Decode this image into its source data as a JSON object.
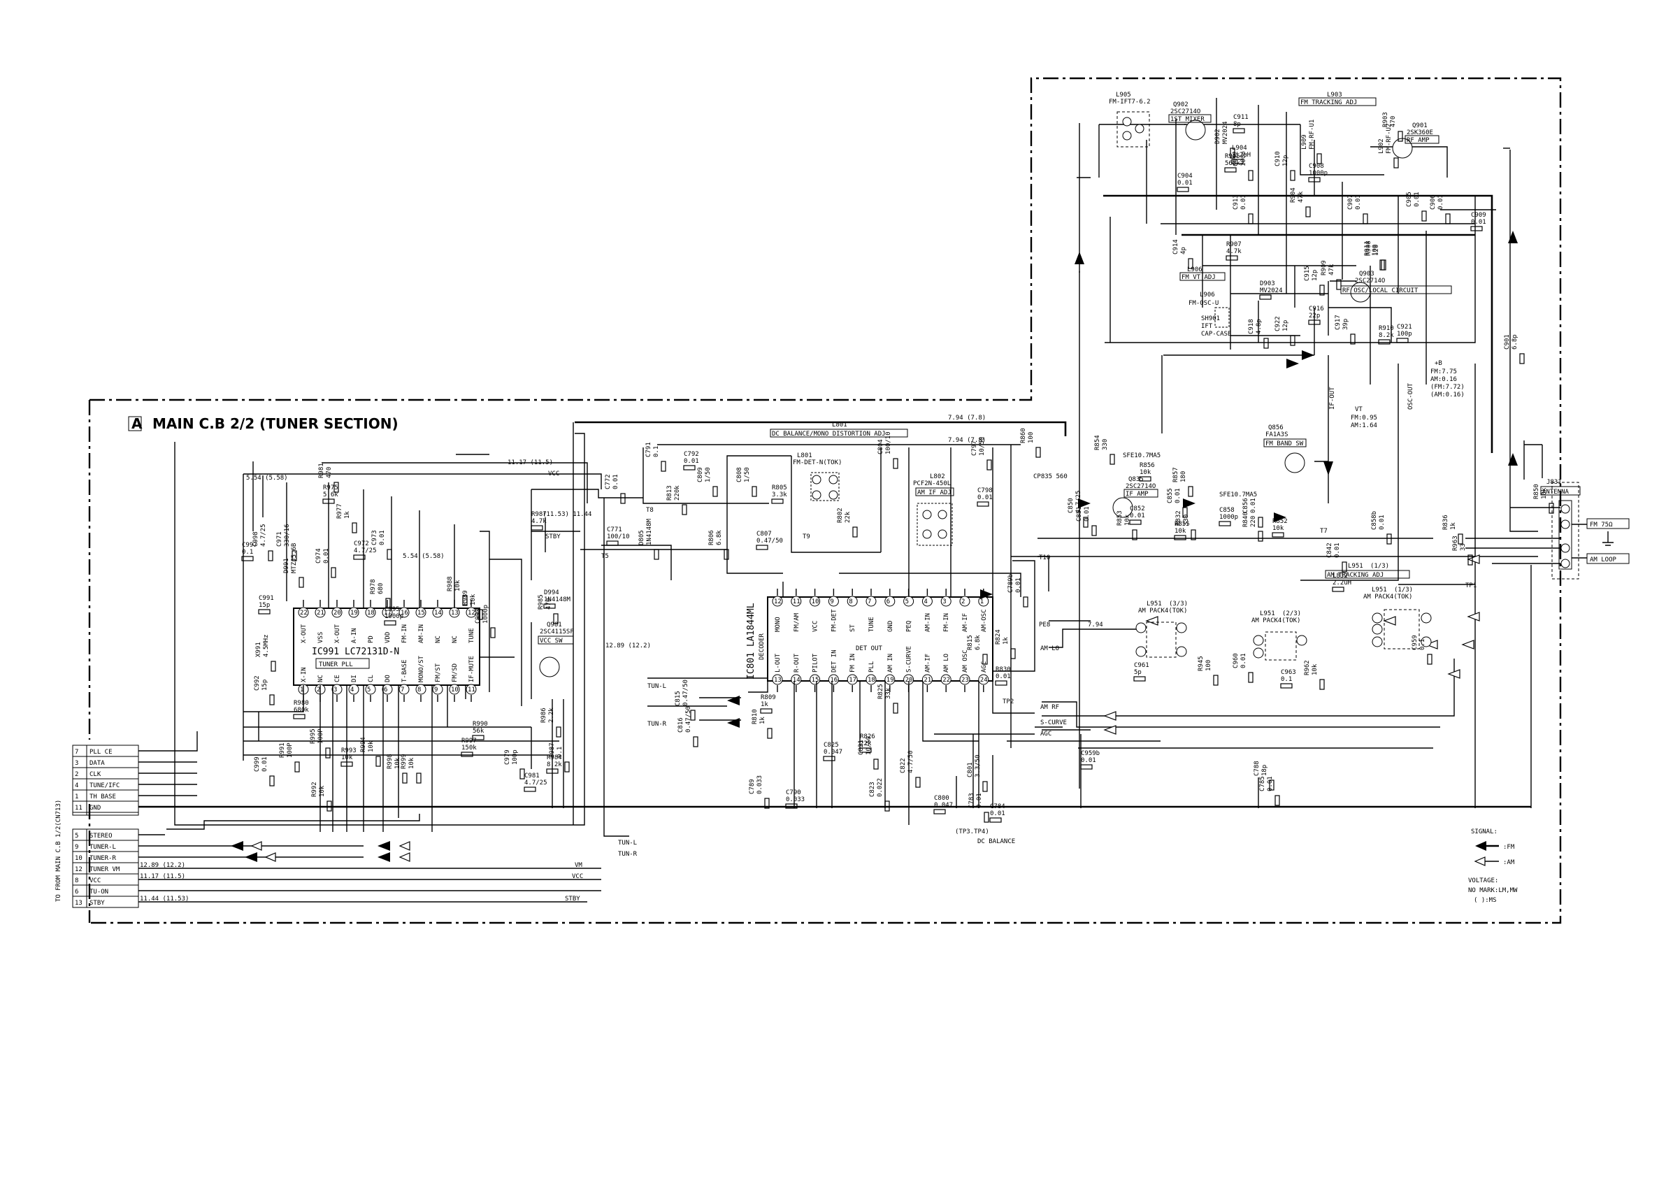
{
  "section_label": "A",
  "section_title": "MAIN C.B 2/2 (TUNER SECTION)",
  "side_label": "TO FROM MAIN C.B 1/2(CN713)",
  "connector_pins": [
    {
      "num": "7",
      "name": "PLL CE"
    },
    {
      "num": "3",
      "name": "DATA"
    },
    {
      "num": "2",
      "name": "CLK"
    },
    {
      "num": "4",
      "name": "TUNE/IFC"
    },
    {
      "num": "1",
      "name": "TH BASE"
    },
    {
      "num": "11",
      "name": "GND"
    },
    {
      "num": "5",
      "name": "STEREO"
    },
    {
      "num": "9",
      "name": "TUNER-L"
    },
    {
      "num": "10",
      "name": "TUNER-R"
    },
    {
      "num": "12",
      "name": "TUNER VM"
    },
    {
      "num": "8",
      "name": "VCC"
    },
    {
      "num": "6",
      "name": "TU-ON"
    },
    {
      "num": "13",
      "name": "STBY"
    }
  ],
  "rail_labels": [
    {
      "text": "12.89 (12.2)"
    },
    {
      "text": "11.17 (11.5)"
    },
    {
      "text": "11.44 (11.53)"
    },
    {
      "text": "VM"
    },
    {
      "text": "VCC"
    },
    {
      "text": "STBY"
    },
    {
      "text": "TUN-L"
    },
    {
      "text": "TUN-R"
    }
  ],
  "ic991": {
    "ref": "IC991 LC72131D-N",
    "func": "TUNER PLL",
    "top_pins": [
      "22",
      "21",
      "20",
      "19",
      "18",
      "17",
      "16",
      "15",
      "14",
      "13",
      "12"
    ],
    "top_labels": [
      "X-OUT",
      "VSS",
      "X-OUT",
      "A-IN",
      "PD",
      "VDD",
      "FM-IN",
      "AM-IN",
      "NC",
      "NC",
      "TUNE"
    ],
    "bottom_pins": [
      "1",
      "2",
      "3",
      "4",
      "5",
      "6",
      "7",
      "8",
      "9",
      "10",
      "11"
    ],
    "bottom_labels": [
      "X-IN",
      "NC",
      "CE",
      "DI",
      "CL",
      "DO",
      "T-BASE",
      "MONO/ST",
      "FM/ST",
      "FM/SD",
      "IF-MUTE"
    ]
  },
  "ic801": {
    "ref": "IC801 LA1844ML",
    "func": "DECODER",
    "top_pins": [
      "12",
      "11",
      "10",
      "9",
      "8",
      "7",
      "6",
      "5",
      "4",
      "3",
      "2",
      "1"
    ],
    "top_labels": [
      "MONO",
      "FM/AM",
      "VCC",
      "FM-DET",
      "ST",
      "TUNE",
      "GND",
      "PEQ",
      "AM-IN",
      "FM-IN",
      "AM-IF",
      "AM-OSC"
    ],
    "bottom_pins": [
      "13",
      "14",
      "15",
      "16",
      "17",
      "18",
      "19",
      "20",
      "21",
      "22",
      "23",
      "24"
    ],
    "bottom_labels": [
      "L-OUT",
      "R-OUT",
      "PILOT",
      "DET IN",
      "FM IN",
      "PLL",
      "AM IN",
      "S-CURVE",
      "AM-IF",
      "AM LO",
      "AM OSC",
      "AGC"
    ]
  },
  "transistors": [
    {
      "ref": "Q901",
      "part": "2SK360E",
      "func": "RF AMP"
    },
    {
      "ref": "Q902",
      "part": "2SC2714O",
      "func": "1ST MIXER"
    },
    {
      "ref": "Q903",
      "part": "2SC2714O",
      "func": "RF OSC/LOCAL CIRCUIT"
    },
    {
      "ref": "Q835",
      "part": "2SC2714O",
      "func": "IF AMP"
    },
    {
      "ref": "Q856",
      "part": "FA1A3S",
      "func": "FM BAND SW"
    },
    {
      "ref": "Q981",
      "part": "2SC4115SF",
      "func": "VCC SW"
    }
  ],
  "coils": [
    {
      "ref": "L905",
      "part": "FM-IFT7-6.2"
    },
    {
      "ref": "L903",
      "part": "FM TRACKING ADJ"
    },
    {
      "ref": "L906",
      "part": "FM VT ADJ"
    },
    {
      "ref": "L906b",
      "part": "FM-OSC-U"
    },
    {
      "ref": "L801",
      "part": "DC BALANCE/MONO DISTORTION ADJ"
    },
    {
      "ref": "L802",
      "part": "AM IF ADJ"
    },
    {
      "ref": "L951a",
      "part": "AM PACK4(TOK)",
      "sub": "(3/3)"
    },
    {
      "ref": "L951b",
      "part": "AM PACK4(TOK)",
      "sub": "(2/3)"
    },
    {
      "ref": "L951c",
      "part": "AM PACK4(TOK)",
      "sub": "(1/3)"
    },
    {
      "ref": "L951d",
      "part": "AM TRACKING ADJ",
      "sub": "(1/3)"
    }
  ],
  "labels": {
    "l801_part": "FM-DET-N(TOK)",
    "l802_part": "PCF2N-450L",
    "cf832": "SFE10.7MA5",
    "cf833": "SFE10.7MA5",
    "cp835": "CP835 560",
    "det_out": "DET OUT",
    "voltage_a": "7.94 (7.8)",
    "voltage_b": "7.94 (7.8)",
    "voltage_c": "5.54 (5.58)",
    "voltage_d": "11.17 (11.5)",
    "voltage_e": "(11.53) 11.44",
    "voltage_f": "12.89 (12.2)",
    "voltage_g": "5.54 (5.58)",
    "voltage_h": "7.94",
    "pe8": "PE8",
    "t10": "T10",
    "t7": "T7",
    "t8": "T8",
    "t9": "T9",
    "t5": "T5",
    "am_lo": "AM LO",
    "am_rf": "AM RF",
    "s_curve": "S-CURVE",
    "agc": "AGC",
    "if_out": "IF-OUT",
    "osc_out": "OSC-OUT",
    "vt_label": "VT",
    "vt_values": "FM:0.95\nAM:1.64",
    "b_label": "+B",
    "b_values": "FM:7.75\nAM:0.16\n(FM:7.72)\n(AM:0.16)",
    "fm_ant": "FM 75Ω",
    "am_loop": "AM LOOP",
    "antenna": "ANTENNA",
    "j831": "J831",
    "tp1": "TP1",
    "tp2": "TP2",
    "tp3_4": "(TP3.TP4)",
    "dc_balance": "DC BALANCE",
    "sh901": "SH901\nIFT\nCAP-CASE",
    "stby": "STBY",
    "vcc": "VCC",
    "tune_l": "TUN-L",
    "tune_r": "TUN-R"
  },
  "legend": {
    "title": "SIGNAL:",
    "fm": ":FM",
    "am": ":AM",
    "voltage_title": "VOLTAGE:",
    "voltage_line1": "NO MARK:LM,MW",
    "voltage_line2": "(   ):MS"
  },
  "components_left": [
    {
      "ref": "C997",
      "val": "0.1"
    },
    {
      "ref": "C998",
      "val": "4.7/25"
    },
    {
      "ref": "C971",
      "val": "330/16"
    },
    {
      "ref": "C972",
      "val": "4.7/25"
    },
    {
      "ref": "C973",
      "val": "0.01"
    },
    {
      "ref": "C974",
      "val": "0.01"
    },
    {
      "ref": "C991",
      "val": "15p"
    },
    {
      "ref": "C992",
      "val": "15p"
    },
    {
      "ref": "C993",
      "val": "1000p"
    },
    {
      "ref": "C995",
      "val": "1000p"
    },
    {
      "ref": "C999",
      "val": "0.01"
    },
    {
      "ref": "C979",
      "val": "100p"
    },
    {
      "ref": "C981",
      "val": "4.7/25"
    },
    {
      "ref": "C987",
      "val": "0.1"
    },
    {
      "ref": "R981",
      "val": "470"
    },
    {
      "ref": "R975",
      "val": "5.6k"
    },
    {
      "ref": "R977",
      "val": "1k"
    },
    {
      "ref": "R978",
      "val": "680"
    },
    {
      "ref": "R980",
      "val": "680k"
    },
    {
      "ref": "R988",
      "val": "10k"
    },
    {
      "ref": "R989",
      "val": "10k"
    },
    {
      "ref": "R990",
      "val": "56k"
    },
    {
      "ref": "R991",
      "val": "100P"
    },
    {
      "ref": "R992",
      "val": "10k"
    },
    {
      "ref": "R993",
      "val": "10k"
    },
    {
      "ref": "R994",
      "val": "10k"
    },
    {
      "ref": "R995",
      "val": "100P"
    },
    {
      "ref": "R997",
      "val": "150k"
    },
    {
      "ref": "R998",
      "val": "10k"
    },
    {
      "ref": "R999",
      "val": "10k"
    },
    {
      "ref": "R984",
      "val": "8.2k"
    },
    {
      "ref": "R985",
      "val": "470"
    },
    {
      "ref": "R986",
      "val": "2.2k"
    },
    {
      "ref": "R987",
      "val": "4.7k"
    },
    {
      "ref": "X991",
      "val": "4.5MHz"
    },
    {
      "ref": "D991",
      "val": "MTZJ5.6B"
    },
    {
      "ref": "D994",
      "val": "1N4148M"
    }
  ],
  "components_mid": [
    {
      "ref": "C771",
      "val": "100/10"
    },
    {
      "ref": "C772",
      "val": "0.01"
    },
    {
      "ref": "C791",
      "val": "0.1"
    },
    {
      "ref": "C792",
      "val": "0.01"
    },
    {
      "ref": "C808",
      "val": "1/50"
    },
    {
      "ref": "C809",
      "val": "1/50"
    },
    {
      "ref": "C807",
      "val": "0.47/50"
    },
    {
      "ref": "C804",
      "val": "100/10"
    },
    {
      "ref": "C797",
      "val": "10/50"
    },
    {
      "ref": "C798",
      "val": "0.01"
    },
    {
      "ref": "C815",
      "val": "0.47/50"
    },
    {
      "ref": "C816",
      "val": "0.47/50"
    },
    {
      "ref": "C825",
      "val": "0.047"
    },
    {
      "ref": "C821",
      "val": "10/50"
    },
    {
      "ref": "C789",
      "val": "0.033"
    },
    {
      "ref": "C790",
      "val": "0.033"
    },
    {
      "ref": "C823",
      "val": "0.022"
    },
    {
      "ref": "C822",
      "val": "4.7/50"
    },
    {
      "ref": "C800",
      "val": "0.047"
    },
    {
      "ref": "C801",
      "val": "3.3/50"
    },
    {
      "ref": "C783",
      "val": "0.01"
    },
    {
      "ref": "C784",
      "val": "0.01"
    },
    {
      "ref": "C785",
      "val": "0.01"
    },
    {
      "ref": "R813",
      "val": "220k"
    },
    {
      "ref": "R805",
      "val": "3.3k"
    },
    {
      "ref": "R806",
      "val": "6.8k"
    },
    {
      "ref": "R802",
      "val": "22k"
    },
    {
      "ref": "R809",
      "val": "1k"
    },
    {
      "ref": "R810",
      "val": "1k"
    },
    {
      "ref": "R825",
      "val": "33k"
    },
    {
      "ref": "R826",
      "val": "22k"
    },
    {
      "ref": "R815",
      "val": "6.8k"
    },
    {
      "ref": "R824",
      "val": "1k"
    },
    {
      "ref": "R830",
      "val": "0.01"
    },
    {
      "ref": "D805",
      "val": "1N4148M"
    },
    {
      "ref": "R860",
      "val": "100"
    }
  ],
  "components_right": [
    {
      "ref": "C911",
      "val": "8p"
    },
    {
      "ref": "C912",
      "val": "100p"
    },
    {
      "ref": "C910",
      "val": "12p"
    },
    {
      "ref": "C908",
      "val": "1000p"
    },
    {
      "ref": "C913",
      "val": "0.01"
    },
    {
      "ref": "C907",
      "val": "0.01"
    },
    {
      "ref": "C904",
      "val": "0.01"
    },
    {
      "ref": "C905",
      "val": "0.01"
    },
    {
      "ref": "C906",
      "val": "0.01"
    },
    {
      "ref": "C909",
      "val": "0.01"
    },
    {
      "ref": "C914",
      "val": "4p"
    },
    {
      "ref": "C915",
      "val": "12p"
    },
    {
      "ref": "C916",
      "val": "22p"
    },
    {
      "ref": "C917",
      "val": "39p"
    },
    {
      "ref": "C918",
      "val": "4.8p"
    },
    {
      "ref": "C921",
      "val": "100p"
    },
    {
      "ref": "C922",
      "val": "12p"
    },
    {
      "ref": "C901",
      "val": "6.8p"
    },
    {
      "ref": "R905",
      "val": "560k"
    },
    {
      "ref": "R904",
      "val": "47k"
    },
    {
      "ref": "R903",
      "val": "470"
    },
    {
      "ref": "R907",
      "val": "4.7k"
    },
    {
      "ref": "R908",
      "val": "120"
    },
    {
      "ref": "R909",
      "val": "47k"
    },
    {
      "ref": "R910",
      "val": "8.2k"
    },
    {
      "ref": "R911",
      "val": "100"
    },
    {
      "ref": "L902",
      "val": "FM-RF-U2"
    },
    {
      "ref": "L904",
      "val": "2.2uH"
    },
    {
      "ref": "L909",
      "val": "FM-RF-U1"
    },
    {
      "ref": "D902",
      "val": "MV2024"
    },
    {
      "ref": "D903",
      "val": "MV2024"
    },
    {
      "ref": "C850",
      "val": "4.7/25"
    },
    {
      "ref": "C851",
      "val": "0.01"
    },
    {
      "ref": "C852",
      "val": "0.01"
    },
    {
      "ref": "C855",
      "val": "0.01"
    },
    {
      "ref": "C856",
      "val": "0.01"
    },
    {
      "ref": "C858",
      "val": "1000p"
    },
    {
      "ref": "C842",
      "val": "0.01"
    },
    {
      "ref": "R854",
      "val": "330"
    },
    {
      "ref": "R856",
      "val": "10k"
    },
    {
      "ref": "R857",
      "val": "180"
    },
    {
      "ref": "R853",
      "val": "10k"
    },
    {
      "ref": "R855",
      "val": "10k"
    },
    {
      "ref": "R832",
      "val": "330"
    },
    {
      "ref": "R840",
      "val": "220"
    },
    {
      "ref": "R852",
      "val": "10k"
    },
    {
      "ref": "R850",
      "val": "10k"
    },
    {
      "ref": "R836",
      "val": "1k"
    },
    {
      "ref": "L832",
      "val": "2.2uH"
    },
    {
      "ref": "C858b",
      "val": "0.01"
    },
    {
      "ref": "R963",
      "val": "33"
    },
    {
      "ref": "C961",
      "val": "5p"
    },
    {
      "ref": "R945",
      "val": "100"
    },
    {
      "ref": "C960",
      "val": "0.01"
    },
    {
      "ref": "C963",
      "val": "0.1"
    },
    {
      "ref": "R962",
      "val": "10k"
    },
    {
      "ref": "C959",
      "val": "0.1"
    },
    {
      "ref": "C959b",
      "val": "0.01"
    },
    {
      "ref": "C788",
      "val": "18p"
    },
    {
      "ref": "C789b",
      "val": "0.01"
    }
  ]
}
